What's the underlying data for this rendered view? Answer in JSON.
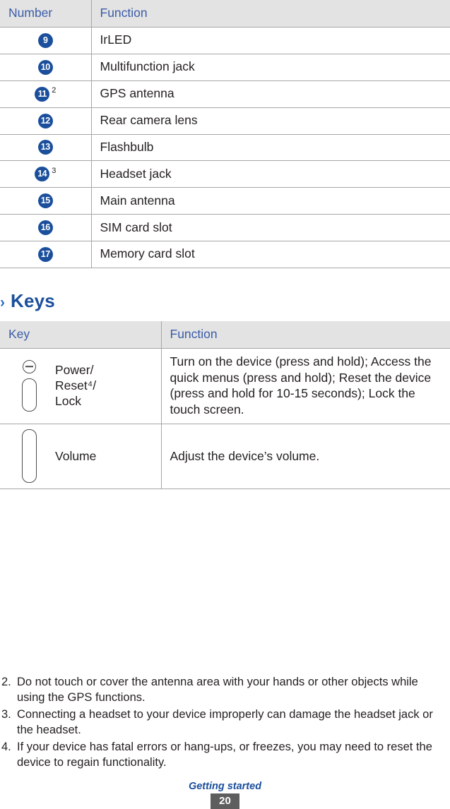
{
  "numbers_table": {
    "headers": [
      "Number",
      "Function"
    ],
    "rows": [
      {
        "number": "9",
        "marker": "9",
        "sup": "",
        "function": "IrLED"
      },
      {
        "number": "10",
        "marker": "10",
        "sup": "",
        "function": "Multifunction jack"
      },
      {
        "number": "11",
        "marker": "11",
        "sup": "2",
        "function": "GPS antenna"
      },
      {
        "number": "12",
        "marker": "12",
        "sup": "",
        "function": "Rear camera lens"
      },
      {
        "number": "13",
        "marker": "13",
        "sup": "",
        "function": "Flashbulb"
      },
      {
        "number": "14",
        "marker": "14",
        "sup": "3",
        "function": "Headset jack"
      },
      {
        "number": "15",
        "marker": "15",
        "sup": "",
        "function": "Main antenna"
      },
      {
        "number": "16",
        "marker": "16",
        "sup": "",
        "function": "SIM card slot"
      },
      {
        "number": "17",
        "marker": "17",
        "sup": "",
        "function": "Memory card slot"
      }
    ]
  },
  "keys_section": {
    "chevron": "›",
    "title": "Keys",
    "headers": [
      "Key",
      "Function"
    ],
    "rows": [
      {
        "key_label": "Power/\nReset⁴/\nLock",
        "function": "Turn on the device (press and hold); Access the quick menus (press and hold); Reset the device (press and hold for 10-15 seconds); Lock the touch screen."
      },
      {
        "key_label": "Volume",
        "function": "Adjust the device’s volume."
      }
    ]
  },
  "footnotes": [
    {
      "num": "2.",
      "text": "Do not touch or cover the antenna area with your hands or other objects while using the GPS functions."
    },
    {
      "num": "3.",
      "text": "Connecting a headset to your device improperly can damage the headset jack or the headset."
    },
    {
      "num": "4.",
      "text": "If your device has fatal errors or hang-ups, or freezes, you may need to reset the device to regain functionality."
    }
  ],
  "footer": {
    "label": "Getting started",
    "page": "20"
  }
}
